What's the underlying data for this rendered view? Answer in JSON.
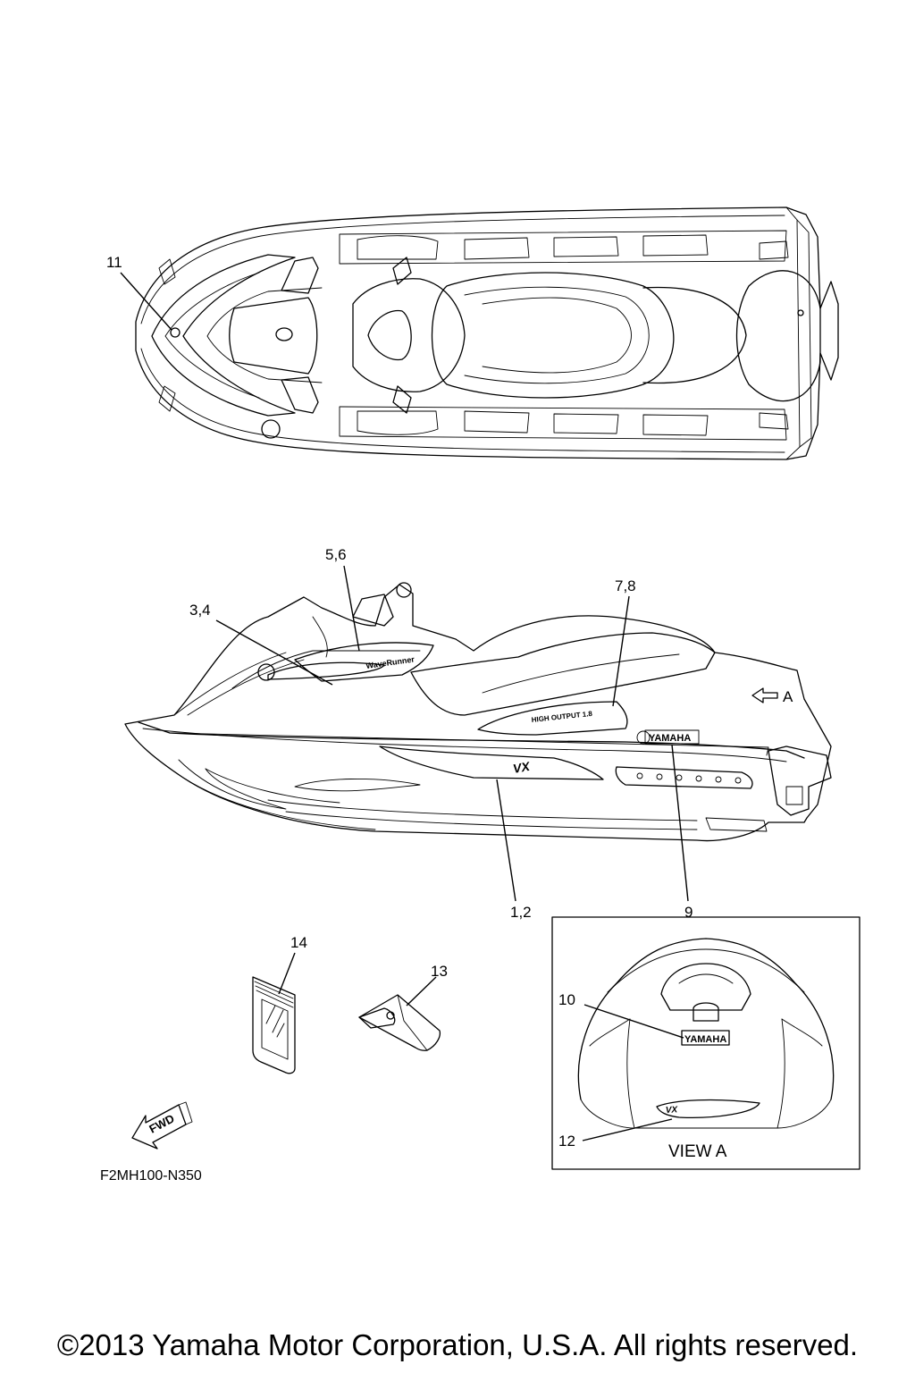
{
  "callouts": {
    "c11": "11",
    "c56": "5,6",
    "c34": "3,4",
    "c78": "7,8",
    "c12b": "1,2",
    "c9": "9",
    "c14": "14",
    "c13": "13",
    "c10": "10",
    "c12": "12"
  },
  "view_arrow_label": "A",
  "view_label": "VIEW A",
  "fwd_label": "FWD",
  "decals": {
    "brand": "YAMAHA",
    "waverunner": "WaveRunner",
    "high_output": "HIGH OUTPUT 1.8"
  },
  "diagram_code": "F2MH100-N350",
  "copyright": "©2013 Yamaha Motor Corporation, U.S.A. All rights reserved."
}
